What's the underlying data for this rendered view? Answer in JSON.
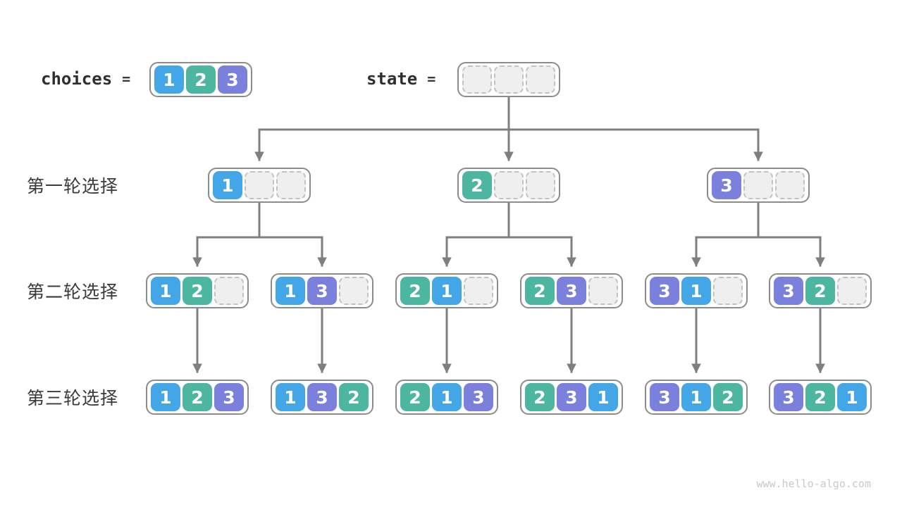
{
  "header": {
    "choices": {
      "label": "choices",
      "equals": "=",
      "cells": [
        "1",
        "2",
        "3"
      ]
    },
    "state": {
      "label": "state",
      "equals": "=",
      "cells": [
        "",
        "",
        ""
      ]
    }
  },
  "rows": [
    {
      "label": "第一轮选择",
      "nodes": [
        [
          "1",
          "",
          ""
        ],
        [
          "2",
          "",
          ""
        ],
        [
          "3",
          "",
          ""
        ]
      ]
    },
    {
      "label": "第二轮选择",
      "nodes": [
        [
          "1",
          "2",
          ""
        ],
        [
          "1",
          "3",
          ""
        ],
        [
          "2",
          "1",
          ""
        ],
        [
          "2",
          "3",
          ""
        ],
        [
          "3",
          "1",
          ""
        ],
        [
          "3",
          "2",
          ""
        ]
      ]
    },
    {
      "label": "第三轮选择",
      "nodes": [
        [
          "1",
          "2",
          "3"
        ],
        [
          "1",
          "3",
          "2"
        ],
        [
          "2",
          "1",
          "3"
        ],
        [
          "2",
          "3",
          "1"
        ],
        [
          "3",
          "1",
          "2"
        ],
        [
          "3",
          "2",
          "1"
        ]
      ]
    }
  ],
  "watermark": "www.hello-algo.com",
  "colors": {
    "value_fills": {
      "1": "#43a6e6",
      "2": "#4db6a0",
      "3": "#7a80dc"
    },
    "line": "#7f7f7f",
    "node_border": "#8c8c8c",
    "empty_fill": "#efefef"
  }
}
